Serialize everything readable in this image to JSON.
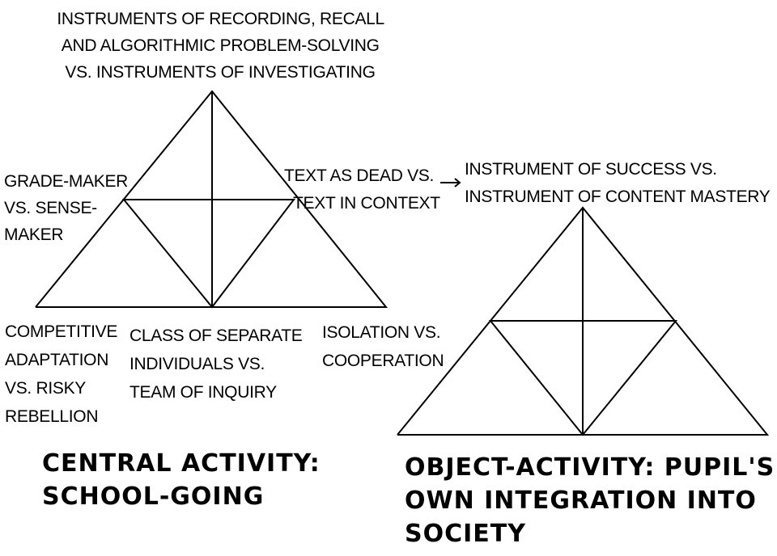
{
  "left_triangle": {
    "top_label": [
      "INSTRUMENTS OF RECORDING, RECALL",
      "AND ALGORITHMIC PROBLEM-SOLVING",
      "VS. INSTRUMENTS OF INVESTIGATING"
    ],
    "left_label": [
      "GRADE-MAKER",
      "VS. SENSE-",
      "MAKER"
    ],
    "right_label": [
      "TEXT AS DEAD VS.",
      "TEXT IN CONTEXT"
    ],
    "bottom_left_label": [
      "COMPETITIVE",
      "ADAPTATION",
      "VS. RISKY",
      "REBELLION"
    ],
    "bottom_middle_label": [
      "CLASS OF SEPARATE",
      "INDIVIDUALS VS.",
      "TEAM OF INQUIRY"
    ],
    "bottom_right_label": [
      "ISOLATION VS.",
      "COOPERATION"
    ],
    "caption": [
      "CENTRAL ACTIVITY:",
      "SCHOOL-GOING"
    ]
  },
  "right_triangle": {
    "top_label": [
      "INSTRUMENT OF SUCCESS VS.",
      "INSTRUMENT OF CONTENT MASTERY"
    ],
    "caption": [
      "OBJECT-ACTIVITY: PUPIL'S",
      "OWN INTEGRATION INTO",
      "SOCIETY"
    ]
  }
}
